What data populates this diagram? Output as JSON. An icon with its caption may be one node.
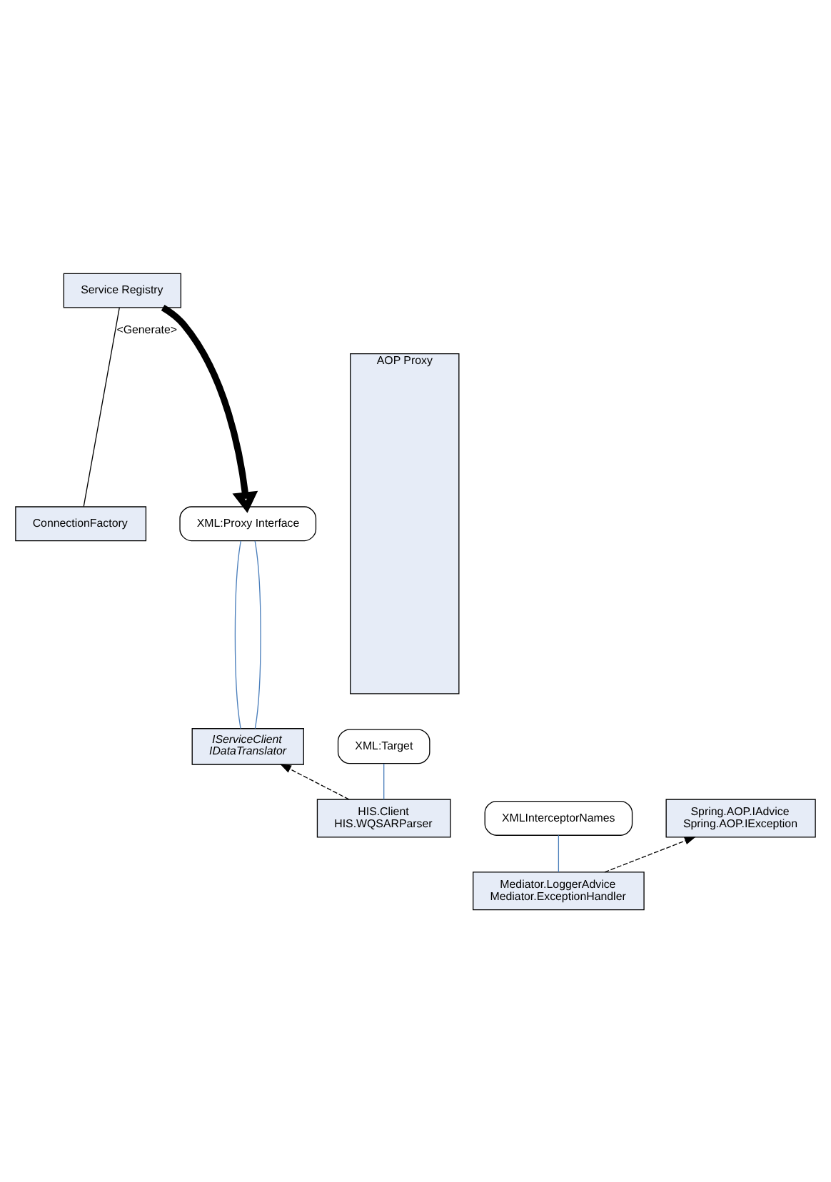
{
  "diagram": {
    "nodes": [
      {
        "text": [
          "Service Registry"
        ]
      },
      {
        "text": [
          "ConnectionFactory"
        ]
      },
      {
        "text": [
          "AOP Proxy"
        ]
      },
      {
        "text": [
          "XML:Proxy Interface"
        ]
      },
      {
        "text": [
          "IServiceClient",
          "IDataTranslator"
        ]
      },
      {
        "text": [
          "XML:Target"
        ]
      },
      {
        "text": [
          "HIS.Client",
          "HIS.WQSARParser"
        ]
      },
      {
        "text": [
          "XMLInterceptorNames"
        ]
      },
      {
        "text": [
          "Spring.AOP.IAdvice",
          "Spring.AOP.IException"
        ]
      },
      {
        "text": [
          "Mediator.LoggerAdvice",
          "Mediator.ExceptionHandler"
        ]
      }
    ],
    "edges": [
      {
        "from": 0,
        "to": 3,
        "arrow": "to",
        "style": "thick"
      },
      {
        "from": 0,
        "to": 1,
        "arrow": "none",
        "label": "<Generate>"
      },
      {
        "from": 3,
        "to": 4,
        "arrow": "none",
        "color": "#4a7ebb"
      },
      {
        "from": 3,
        "to": 4,
        "arrow": "none",
        "color": "#4a7ebb"
      },
      {
        "from": 6,
        "to": 4,
        "arrow": "to",
        "style": "dashed"
      },
      {
        "from": 5,
        "to": 6,
        "arrow": "none",
        "color": "#4a7ebb"
      },
      {
        "from": 7,
        "to": 9,
        "arrow": "none",
        "color": "#4a7ebb"
      },
      {
        "from": 9,
        "to": 8,
        "arrow": "to",
        "style": "dashed"
      }
    ]
  }
}
